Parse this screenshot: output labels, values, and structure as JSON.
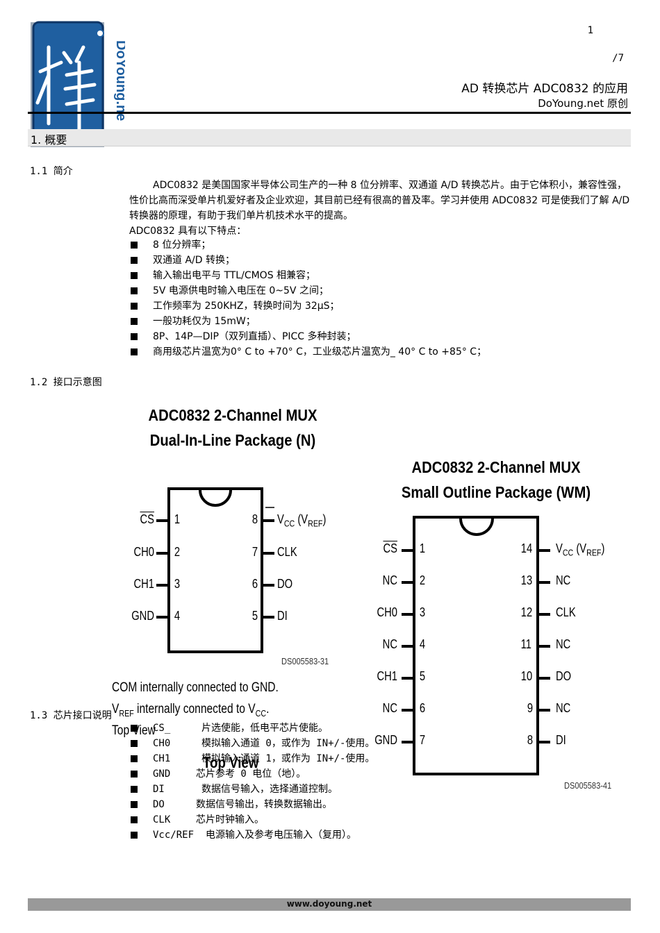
{
  "header": {
    "page_num": "1",
    "page_total": "/7",
    "title": "AD 转换芯片 ADC0832 的应用",
    "brand": "DoYoung.net 原创",
    "logo_text": "DoYoung.ne"
  },
  "section": {
    "title": "1.  概要"
  },
  "intro": {
    "heading": "1.1 简介",
    "para1": "ADC0832 是美国国家半导体公司生产的一种 8 位分辨率、双通道 A/D 转换芯片。由于它体积小，兼容性强，性价比高而深受单片机爱好者及企业欢迎，其目前已经有很高的普及率。学习并使用 ADC0832 可是使我们了解 A/D 转换器的原理，有助于我们单片机技术水平的提高。",
    "para2": "ADC0832 具有以下特点：",
    "features": [
      "8 位分辨率；",
      "双通道 A/D 转换；",
      "输入输出电平与 TTL/CMOS 相兼容；",
      "5V 电源供电时输入电压在 0~5V 之间；",
      "工作频率为 250KHZ，转换时间为 32μS；",
      "一般功耗仅为 15mW；",
      "8P、14P—DIP（双列直插）、PICC 多种封装；",
      "商用级芯片温宽为0° C to +70° C，工业级芯片温宽为_ 40° C to +85° C；"
    ]
  },
  "interface": {
    "heading": "1.2 接口示意图",
    "dip": {
      "title1": "ADC0832 2-Channel MUX",
      "title2": "Dual-In-Line Package (N)",
      "left_pins": [
        {
          "num": "1",
          "label": "CS"
        },
        {
          "num": "2",
          "label": "CH0"
        },
        {
          "num": "3",
          "label": "CH1"
        },
        {
          "num": "4",
          "label": "GND"
        }
      ],
      "right_pins": [
        {
          "num": "8",
          "label": "V",
          "sub": "CC",
          "extra": " (V",
          "extra_sub": "REF",
          "close": ")"
        },
        {
          "num": "7",
          "label": "CLK"
        },
        {
          "num": "6",
          "label": "DO"
        },
        {
          "num": "5",
          "label": "DI"
        }
      ],
      "ds": "DS005583-31",
      "note1": "COM internally connected to GND.",
      "note2_a": "V",
      "note2_sub": "REF",
      "note2_b": " internally connected to V",
      "note2_sub2": "CC",
      "note2_c": ".",
      "topview": "Top View"
    },
    "so": {
      "title1": "ADC0832 2-Channel MUX",
      "title2": "Small Outline Package (WM)",
      "left_pins": [
        {
          "num": "1",
          "label": "CS"
        },
        {
          "num": "2",
          "label": "NC"
        },
        {
          "num": "3",
          "label": "CH0"
        },
        {
          "num": "4",
          "label": "NC"
        },
        {
          "num": "5",
          "label": "CH1"
        },
        {
          "num": "6",
          "label": "NC"
        },
        {
          "num": "7",
          "label": "GND"
        }
      ],
      "right_pins": [
        {
          "num": "14",
          "label": "V",
          "sub": "CC",
          "extra": " (V",
          "extra_sub": "REF",
          "close": ")"
        },
        {
          "num": "13",
          "label": "NC"
        },
        {
          "num": "12",
          "label": "CLK"
        },
        {
          "num": "11",
          "label": "NC"
        },
        {
          "num": "10",
          "label": "DO"
        },
        {
          "num": "9",
          "label": "NC"
        },
        {
          "num": "8",
          "label": "DI"
        }
      ],
      "ds": "DS005583-41",
      "topview": "Top View"
    }
  },
  "pins": {
    "heading": "1.3 芯片接口说明",
    "items": [
      {
        "name": "CS_",
        "desc": "片选使能，低电平芯片使能。"
      },
      {
        "name": "CH0",
        "desc": "模拟输入通道 0，或作为 IN+/-使用。"
      },
      {
        "name": "CH1",
        "desc": "模拟输入通道 1，或作为 IN+/-使用。"
      },
      {
        "name": "GND",
        "desc": "芯片参考 0 电位（地）。"
      },
      {
        "name": "DI",
        "desc": "数据信号输入，选择通道控制。"
      },
      {
        "name": "DO",
        "desc": "数据信号输出，转换数据输出。"
      },
      {
        "name": "CLK",
        "desc": "芯片时钟输入。"
      },
      {
        "name": "Vcc/REF",
        "desc": "电源输入及参考电压输入（复用）。"
      }
    ]
  },
  "footer": {
    "url": "www.doyoung.net"
  },
  "colors": {
    "logo_blue": "#1f5fa0",
    "footer_gray": "#999999",
    "section_bg": "#e9e9e9"
  }
}
